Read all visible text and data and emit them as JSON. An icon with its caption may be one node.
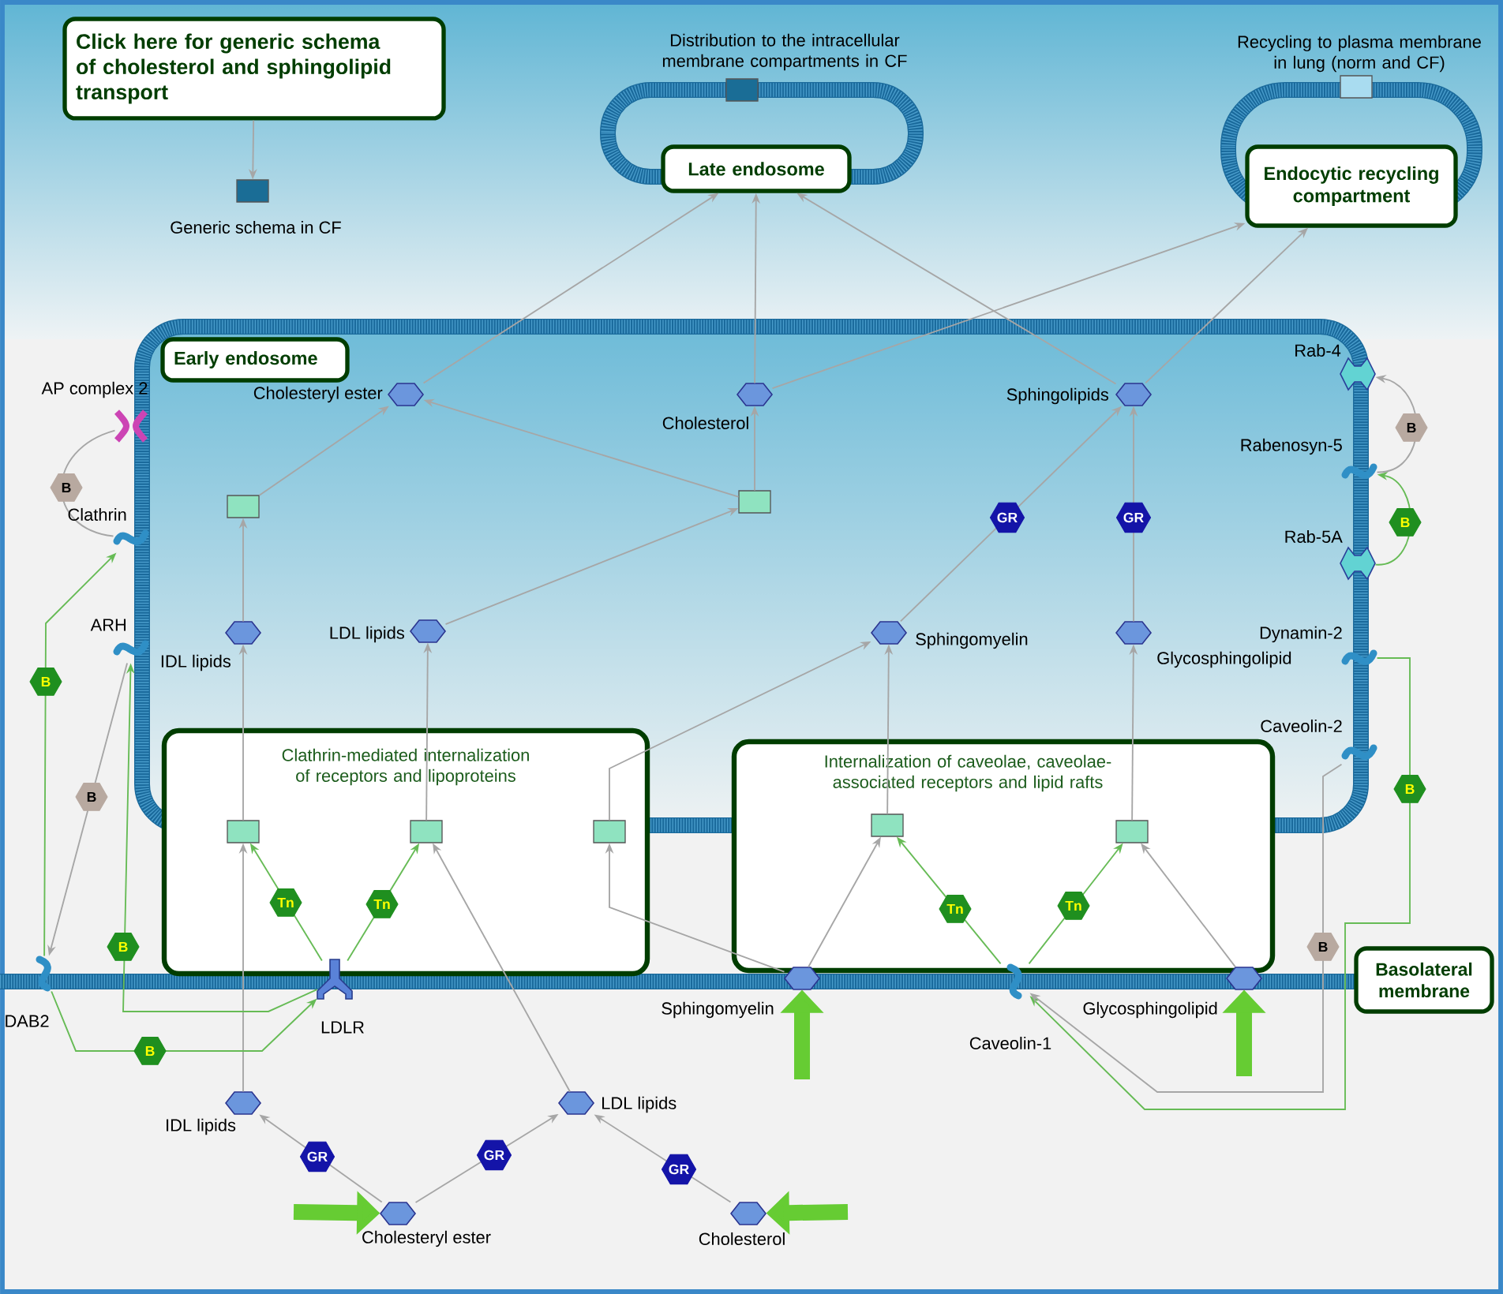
{
  "diagram": {
    "nodes": [
      {
        "text": [
          "Click here for generic schema of cholesterol and sphingolipid transport"
        ]
      },
      {
        "text": [],
        "shape": "box",
        "beside": [
          "Generic schema in CF"
        ]
      },
      {
        "text": [],
        "shape": "box",
        "beside": [
          "Distribution to the intracellular membrane compartments in CF"
        ]
      },
      {
        "text": [],
        "shape": "box",
        "beside": [
          "Recycling to plasma membrane in lung (norm and CF)"
        ]
      },
      {
        "text": [
          "Late endosome"
        ]
      },
      {
        "text": [
          "Endocytic recycling compartment"
        ]
      },
      {
        "text": [
          "Early endosome"
        ]
      },
      {
        "text": [
          "Basolateral membrane"
        ]
      },
      {
        "text": [
          "Clathrin-mediated internalization of receptors and lipoproteins"
        ]
      },
      {
        "text": [
          "Internalization of caveolae, caveolae-associated receptors and lipid rafts"
        ]
      },
      {
        "text": [],
        "shape": "hexagon",
        "beside": [
          "Cholesteryl ester"
        ]
      },
      {
        "text": [],
        "shape": "hexagon",
        "beside": [
          "Cholesterol"
        ]
      },
      {
        "text": [],
        "shape": "hexagon",
        "beside": [
          "Sphingolipids"
        ]
      },
      {
        "text": [],
        "shape": "hexagon",
        "beside": [
          "IDL lipids"
        ]
      },
      {
        "text": [],
        "shape": "hexagon",
        "beside": [
          "LDL lipids"
        ]
      },
      {
        "text": [],
        "shape": "hexagon",
        "beside": [
          "Sphingomyelin"
        ]
      },
      {
        "text": [],
        "shape": "hexagon",
        "beside": [
          "Glycosphingolipid"
        ]
      },
      {
        "text": [],
        "shape": "hexagon",
        "beside": [
          "Sphingomyelin"
        ]
      },
      {
        "text": [],
        "shape": "hexagon",
        "beside": [
          "Glycosphingolipid"
        ]
      },
      {
        "text": [],
        "shape": "hexagon",
        "beside": [
          "IDL lipids"
        ]
      },
      {
        "text": [],
        "shape": "hexagon",
        "beside": [
          "LDL lipids"
        ]
      },
      {
        "text": [],
        "shape": "hexagon",
        "beside": [
          "Cholesteryl ester"
        ]
      },
      {
        "text": [],
        "shape": "hexagon",
        "beside": [
          "Cholesterol"
        ]
      },
      {
        "text": [],
        "shape": "box"
      },
      {
        "text": [],
        "shape": "box"
      },
      {
        "text": [],
        "shape": "box",
        "in": 8
      },
      {
        "text": [],
        "shape": "box",
        "in": 8
      },
      {
        "text": [],
        "shape": "box",
        "in": 8
      },
      {
        "text": [],
        "shape": "box",
        "in": 9
      },
      {
        "text": [],
        "shape": "box",
        "in": 9
      },
      {
        "text": [],
        "shape": "cross",
        "beside": [
          "AP complex 2"
        ]
      },
      {
        "text": [],
        "shape": "wave",
        "beside": [
          "Clathrin"
        ]
      },
      {
        "text": [],
        "shape": "wave",
        "beside": [
          "ARH"
        ]
      },
      {
        "text": [],
        "shape": "wave",
        "beside": [
          "DAB2"
        ]
      },
      {
        "text": [],
        "shape": "receptor",
        "beside": [
          "LDLR"
        ]
      },
      {
        "text": [],
        "shape": "wave",
        "beside": [
          "Caveolin-1"
        ]
      },
      {
        "text": [],
        "shape": "hourglass",
        "beside": [
          "Rab-4"
        ]
      },
      {
        "text": [],
        "shape": "wave",
        "beside": [
          "Rabenosyn-5"
        ]
      },
      {
        "text": [],
        "shape": "hourglass",
        "beside": [
          "Rab-5A"
        ]
      },
      {
        "text": [],
        "shape": "wave",
        "beside": [
          "Dynamin-2"
        ]
      },
      {
        "text": [],
        "shape": "wave",
        "beside": [
          "Caveolin-2"
        ]
      }
    ],
    "edges": [
      {
        "from": 0,
        "to": 1,
        "arrow": "to"
      },
      {
        "from": 10,
        "to": 4,
        "arrow": "to"
      },
      {
        "from": 11,
        "to": 4,
        "arrow": "to"
      },
      {
        "from": 12,
        "to": 4,
        "arrow": "to"
      },
      {
        "from": 11,
        "to": 5,
        "arrow": "to"
      },
      {
        "from": 12,
        "to": 5,
        "arrow": "to"
      },
      {
        "from": 23,
        "to": 10,
        "arrow": "to"
      },
      {
        "from": 24,
        "to": 10,
        "arrow": "to"
      },
      {
        "from": 24,
        "to": 11,
        "arrow": "to"
      },
      {
        "from": 13,
        "to": 23,
        "arrow": "to"
      },
      {
        "from": 14,
        "to": 24,
        "arrow": "to"
      },
      {
        "from": 15,
        "to": 12,
        "arrow": "to",
        "label": "GR"
      },
      {
        "from": 16,
        "to": 12,
        "arrow": "to",
        "label": "GR"
      },
      {
        "from": 25,
        "to": 13,
        "arrow": "to"
      },
      {
        "from": 19,
        "to": 25,
        "arrow": "to"
      },
      {
        "from": 34,
        "to": 25,
        "arrow": "to",
        "label": "Tn",
        "color": "#66bb55"
      },
      {
        "from": 26,
        "to": 14,
        "arrow": "to"
      },
      {
        "from": 20,
        "to": 26,
        "arrow": "to"
      },
      {
        "from": 34,
        "to": 26,
        "arrow": "to",
        "label": "Tn",
        "color": "#66bb55"
      },
      {
        "from": 27,
        "to": 15,
        "arrow": "to"
      },
      {
        "from": 17,
        "to": 27,
        "arrow": "to"
      },
      {
        "from": 28,
        "to": 15,
        "arrow": "to"
      },
      {
        "from": 17,
        "to": 28,
        "arrow": "to"
      },
      {
        "from": 35,
        "to": 28,
        "arrow": "to",
        "label": "Tn",
        "color": "#66bb55"
      },
      {
        "from": 35,
        "to": 29,
        "arrow": "to",
        "label": "Tn",
        "color": "#66bb55"
      },
      {
        "from": 18,
        "to": 29,
        "arrow": "to"
      },
      {
        "from": 29,
        "to": 16,
        "arrow": "to"
      },
      {
        "from": 22,
        "to": 20,
        "arrow": "to",
        "label": "GR"
      },
      {
        "from": 21,
        "to": 19,
        "arrow": "to",
        "label": "GR"
      },
      {
        "from": 21,
        "to": 20,
        "arrow": "to",
        "label": "GR"
      },
      {
        "from": 30,
        "to": 31,
        "arrow": "none",
        "label": "B"
      },
      {
        "from": 37,
        "to": 36,
        "arrow": "to",
        "label": "B"
      },
      {
        "from": 38,
        "to": 37,
        "arrow": "to",
        "label": "B",
        "color": "#66bb55"
      },
      {
        "from": 32,
        "to": 33,
        "arrow": "to",
        "label": "B"
      },
      {
        "from": 33,
        "to": 31,
        "arrow": "to",
        "label": "B",
        "color": "#66bb55"
      },
      {
        "from": 33,
        "to": 34,
        "arrow": "to",
        "label": "B",
        "color": "#66bb55"
      },
      {
        "from": 34,
        "to": 32,
        "arrow": "to",
        "label": "B",
        "color": "#66bb55"
      },
      {
        "from": 39,
        "to": 35,
        "arrow": "to",
        "label": "B",
        "color": "#66bb55"
      },
      {
        "from": 40,
        "to": 35,
        "arrow": "to",
        "label": "B"
      },
      {
        "from": null,
        "to": 21,
        "arrow": "to",
        "style": "thick",
        "color": "#66cc33"
      },
      {
        "from": null,
        "to": 22,
        "arrow": "to",
        "style": "thick",
        "color": "#66cc33"
      },
      {
        "from": null,
        "to": 17,
        "arrow": "to",
        "style": "thick",
        "color": "#66cc33"
      },
      {
        "from": null,
        "to": 18,
        "arrow": "to",
        "style": "thick",
        "color": "#66cc33"
      }
    ]
  }
}
